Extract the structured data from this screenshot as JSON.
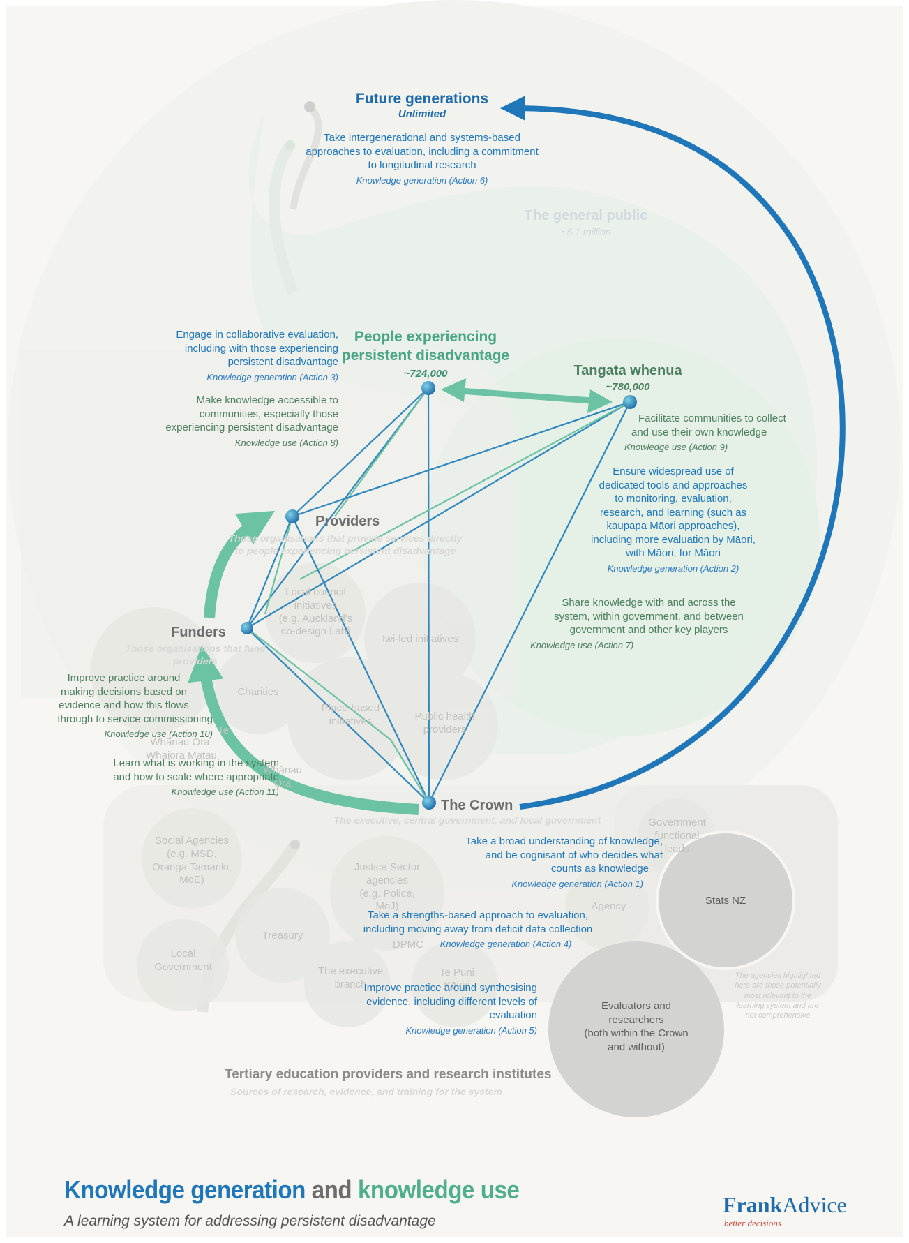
{
  "title": {
    "part1": "Knowledge generation",
    "part2": " and ",
    "part3": "knowledge use",
    "subtitle": "A learning system for addressing persistent disadvantage"
  },
  "brand": {
    "name_bold": "Frank",
    "name_light": "Advice",
    "tagline": "better decisions"
  },
  "colors": {
    "blue": "#1f77b9",
    "green": "#6cc3a3",
    "dark_green": "#4d7e5f",
    "grey": "#6d6d6d"
  },
  "nodes": {
    "future": {
      "title": "Future generations",
      "sub": "Unlimited"
    },
    "public": {
      "title": "The general public",
      "sub": "~5.1 million"
    },
    "people": {
      "title_line1": "People experiencing",
      "title_line2": "persistent disadvantage",
      "sub": "~724,000"
    },
    "tangata": {
      "title": "Tangata whenua",
      "sub": "~780,000"
    },
    "providers": {
      "title": "Providers",
      "sub_line1": "Those organisations that provide services directly",
      "sub_line2": "to people experiencing persistent disadvantage"
    },
    "funders": {
      "title": "Funders",
      "sub_line1": "Those organisations that fund",
      "sub_line2": "providers"
    },
    "crown": {
      "title": "The Crown",
      "sub": "The executive, central government, and local government"
    },
    "tertiary": {
      "title": "Tertiary education providers and research institutes",
      "sub": "Sources of research, evidence, and training for the system"
    }
  },
  "actions": {
    "a6": {
      "text": [
        "Take intergenerational and systems-based",
        "approaches to evaluation, including a commitment",
        "to longitudinal research"
      ],
      "tag": "Knowledge generation (Action 6)"
    },
    "a3": {
      "text": [
        "Engage in collaborative evaluation,",
        "including with those experiencing",
        "persistent disadvantage"
      ],
      "tag": "Knowledge generation (Action 3)"
    },
    "a8": {
      "text": [
        "Make knowledge accessible to",
        "communities, especially those",
        "experiencing persistent disadvantage"
      ],
      "tag": "Knowledge use (Action 8)"
    },
    "a9": {
      "text": [
        "Facilitate communities to collect",
        "and use their own knowledge"
      ],
      "tag": "Knowledge use (Action 9)"
    },
    "a2": {
      "text": [
        "Ensure widespread use of",
        "dedicated tools and approaches",
        "to monitoring, evaluation,",
        "research, and learning (such as",
        "kaupapa Māori approaches),",
        "including more evaluation by Māori,",
        "with Māori, for Māori"
      ],
      "tag": "Knowledge generation (Action 2)"
    },
    "a7": {
      "text": [
        "Share knowledge with and across the",
        "system, within government, and between",
        "government and other key players"
      ],
      "tag": "Knowledge use (Action 7)"
    },
    "a10": {
      "text": [
        "Improve practice around",
        "making decisions based on",
        "evidence and how this flows",
        "through to service commissioning"
      ],
      "tag": "Knowledge use (Action 10)"
    },
    "a11": {
      "text": [
        "Learn what is working in the system",
        "and how to scale where appropriate"
      ],
      "tag": "Knowledge use (Action 11)"
    },
    "a1": {
      "text": [
        "Take a broad understanding of knowledge,",
        "and be cognisant of who decides what",
        "counts as knowledge"
      ],
      "tag": "Knowledge generation (Action 1)"
    },
    "a4": {
      "text": [
        "Take a strengths-based approach to evaluation,",
        "including moving away from deficit data collection"
      ],
      "tag": "Knowledge generation (Action 4)"
    },
    "a5": {
      "text": [
        "Improve practice around synthesising",
        "evidence, including different levels of",
        "evaluation"
      ],
      "tag": "Knowledge generation (Action 5)"
    }
  },
  "bubbles": {
    "local_council": [
      "Local council",
      "initiatives",
      "(e.g. Auckland's",
      "co-design Lab)"
    ],
    "iwi": [
      "Iwi-led initiatives"
    ],
    "charities": [
      "Charities"
    ],
    "place_based": [
      "Place-based",
      "initiatives"
    ],
    "public_health": [
      "Public health",
      "providers"
    ],
    "whanau": [
      "Whānau",
      "Ora"
    ],
    "te": [
      "Te"
    ],
    "te_puni": [
      "Whānau Ora,",
      "Whaiora Mātau"
    ],
    "social": [
      "Social Agencies",
      "(e.g. MSD,",
      "Oranga Tamariki,",
      "MoE)"
    ],
    "justice": [
      "Justice Sector",
      "agencies",
      "(e.g. Police,",
      "MoJ)"
    ],
    "treasury": [
      "Treasury"
    ],
    "local_gov": [
      "Local",
      "Government"
    ],
    "dpmc": [
      "DPMC"
    ],
    "exec_branch": [
      "The executive",
      "branch"
    ],
    "te_puni_kokiri": [
      "Te Puni",
      "Kōkiri"
    ],
    "agency": [
      "Agency"
    ],
    "gov_functional": [
      "Government",
      "functional",
      "leads"
    ],
    "stats_nz": [
      "Stats NZ"
    ],
    "evaluators": [
      "Evaluators and",
      "researchers",
      "(both within the Crown",
      "and without)"
    ],
    "note": [
      "The agencies highlighted",
      "here are those potentially",
      "most relevant to the",
      "learning system and are",
      "not comprehensive"
    ]
  }
}
